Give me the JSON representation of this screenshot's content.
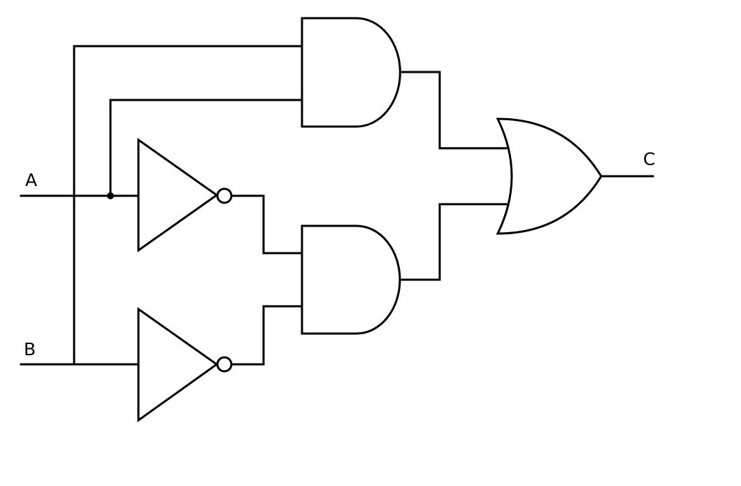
{
  "diagram": {
    "type": "logic-circuit",
    "inputs": {
      "a": "A",
      "b": "B"
    },
    "output": {
      "c": "C"
    },
    "gates": [
      {
        "id": "and-top",
        "kind": "AND",
        "inputs": [
          "B",
          "A"
        ]
      },
      {
        "id": "not-a",
        "kind": "NOT",
        "inputs": [
          "A"
        ]
      },
      {
        "id": "not-b",
        "kind": "NOT",
        "inputs": [
          "B"
        ]
      },
      {
        "id": "and-bottom",
        "kind": "AND",
        "inputs": [
          "NOT A",
          "NOT B"
        ]
      },
      {
        "id": "or-out",
        "kind": "OR",
        "inputs": [
          "and-top",
          "and-bottom"
        ],
        "output": "C"
      }
    ],
    "colors": {
      "stroke": "#000000",
      "background": "#ffffff"
    }
  }
}
